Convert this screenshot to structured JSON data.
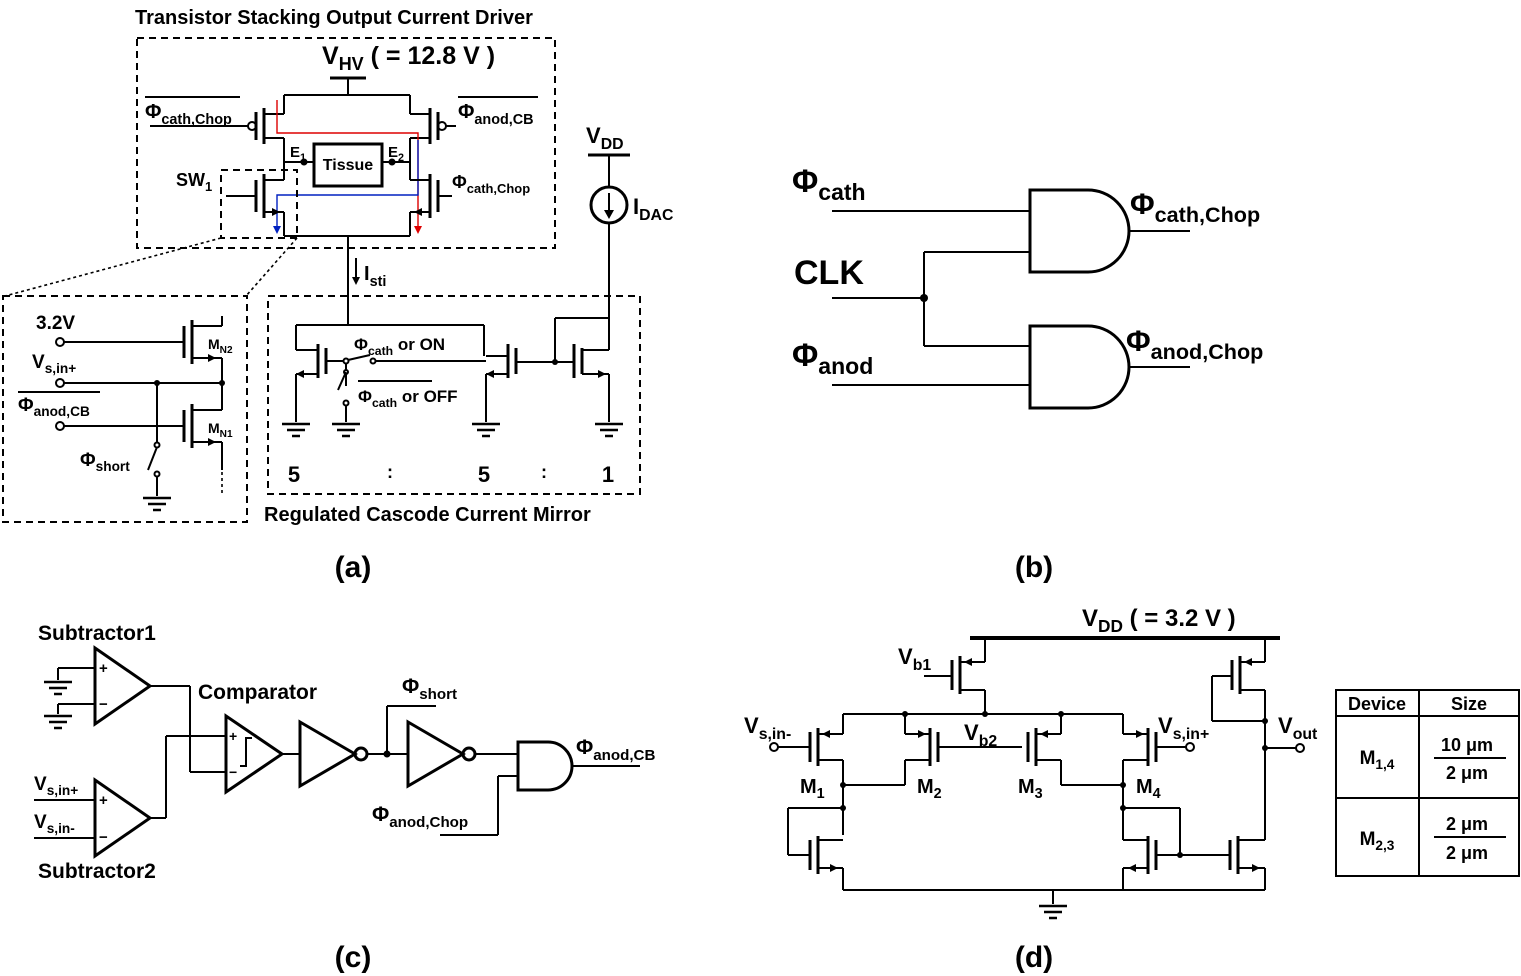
{
  "a": {
    "title": "Transistor Stacking Output Current Driver",
    "vhv": "V",
    "vhv_sub": "HV",
    "vhv_val": " ( = 12.8 V )",
    "phi_cath_chop_sub": "cath,Chop",
    "phi_anod_cb_sub": "anod,CB",
    "phi_cath_chop2_sub": "cath,Chop",
    "tissue": "Tissue",
    "e1": "E",
    "e1_sub": "1",
    "e2": "E",
    "e2_sub": "2",
    "sw1": "SW",
    "sw1_sub": "1",
    "vdd": "V",
    "vdd_sub": "DD",
    "idac": "I",
    "idac_sub": "DAC",
    "isti": "I",
    "isti_sub": "sti",
    "v32": "3.2V",
    "vsin": "V",
    "vsin_sub": "s,in+",
    "phi_anod_cb3_sub": "anod,CB",
    "phi_short_sub": "short",
    "mn2": "M",
    "mn2_sub": "N2",
    "mn1": "M",
    "mn1_sub": "N1",
    "phi_cath_on_sub": "cath",
    "on_txt": " or ON",
    "phi_cath_off_sub": "cath",
    "off_txt": " or OFF",
    "ratio": [
      "5",
      ":",
      "5",
      ":",
      "1"
    ],
    "mirror_title": "Regulated Cascode Current Mirror",
    "caption": "(a)"
  },
  "b": {
    "phi": "Φ",
    "cath_sub": "cath",
    "clk": "CLK",
    "anod_sub": "anod",
    "out1_sub": "cath,Chop",
    "out2_sub": "anod,Chop",
    "caption": "(b)"
  },
  "c": {
    "sub1": "Subtractor1",
    "sub2": "Subtractor2",
    "comparator": "Comparator",
    "phi_short_sub": "short",
    "vsinp": "V",
    "vsinp_sub": "s,in+",
    "vsinm": "V",
    "vsinm_sub": "s,in-",
    "phi_anod_chop_sub": "anod,Chop",
    "phi_anod_cb_sub": "anod,CB",
    "plus": "+",
    "minus": "−",
    "caption": "(c)"
  },
  "d": {
    "vdd": "V",
    "vdd_sub": "DD",
    "vdd_val": "  ( = 3.2 V )",
    "vb1": "V",
    "vb1_sub": "b1",
    "vb2": "V",
    "vb2_sub": "b2",
    "vsinm": "V",
    "vsinm_sub": "s,in-",
    "vsinp": "V",
    "vsinp_sub": "s,in+",
    "vout": "V",
    "vout_sub": "out",
    "m1": "M",
    "m1_sub": "1",
    "m2": "M",
    "m2_sub": "2",
    "m3": "M",
    "m3_sub": "3",
    "m4": "M",
    "m4_sub": "4",
    "caption": "(d)",
    "table": {
      "headers": [
        "Device",
        "Size"
      ],
      "rows": [
        {
          "device": "M",
          "device_sub": "1,4",
          "num": "10 μm",
          "den": "2 μm"
        },
        {
          "device": "M",
          "device_sub": "2,3",
          "num": "2 μm",
          "den": "2 μm"
        }
      ]
    }
  }
}
